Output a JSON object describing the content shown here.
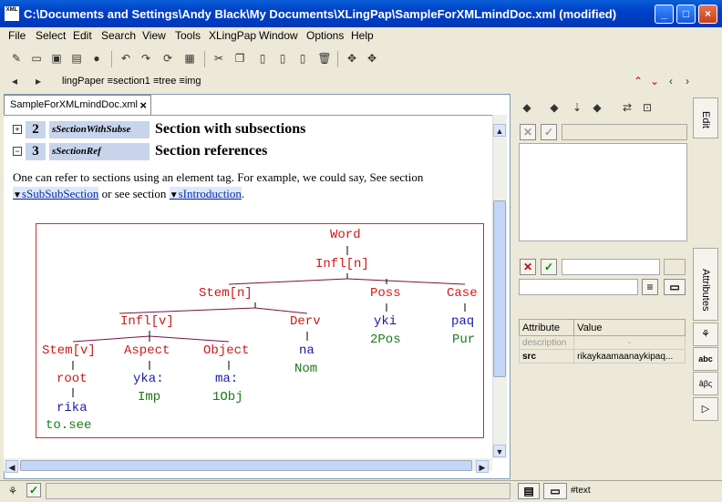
{
  "window": {
    "app_icon": "XML",
    "title": "C:\\Documents and Settings\\Andy Black\\My Documents\\XLingPap\\SampleForXMLmindDoc.xml (modified)",
    "minimize": "_",
    "maximize": "□",
    "close": "×"
  },
  "menu": [
    "File",
    "Select",
    "Edit",
    "Search",
    "View",
    "Tools",
    "XLingPap",
    "Window",
    "Options",
    "Help"
  ],
  "path_bar": {
    "crumb": "lingPaper ≡section1 ≡tree ≡img"
  },
  "document_tab": {
    "label": "SampleForXMLmindDoc.xml",
    "close": "×"
  },
  "sections": [
    {
      "toggle": "+",
      "number": "2",
      "ref": "sSectionWithSubse",
      "title": "Section with subsections"
    },
    {
      "toggle": "−",
      "number": "3",
      "ref": "sSectionRef",
      "title": "Section references"
    }
  ],
  "paragraph": {
    "text1": "One can refer to sections using an element tag. For example, we could say, See section",
    "link1": "sSubSubSection",
    "text2": " or see section ",
    "link2": "sIntroduction",
    "text3": "."
  },
  "tree": {
    "word": "Word",
    "infl_n": "Infl[n]",
    "stem_n": "Stem[n]",
    "poss": "Poss",
    "case": "Case",
    "infl_v": "Infl[v]",
    "derv": "Derv",
    "yki": "yki",
    "paq": "paq",
    "twoPos": "2Pos",
    "pur": "Pur",
    "stem_v": "Stem[v]",
    "aspect": "Aspect",
    "object": "Object",
    "na": "na",
    "nom": "Nom",
    "root": "root",
    "yka": "yka:",
    "ma": "ma:",
    "rika": "rika",
    "imp": "Imp",
    "oneObj": "1Obj",
    "tosee": "to.see"
  },
  "right_panel": {
    "edit_tab": "Edit",
    "attributes_tab": "Attributes",
    "attr_header": {
      "attribute": "Attribute",
      "value": "Value"
    },
    "attr_rows": [
      {
        "attribute": "description",
        "value": "-"
      },
      {
        "attribute": "src",
        "value": "rikaykaamaanaykipaq..."
      }
    ]
  },
  "status": {
    "node": "#text"
  },
  "colors": {
    "title_bar": "#0041c8",
    "tree_border": "#c83030",
    "label_red": "#d01818",
    "gloss_blue": "#1a1aa8",
    "gloss_green": "#1a7a1a",
    "section_bg": "#c8d4ec"
  }
}
